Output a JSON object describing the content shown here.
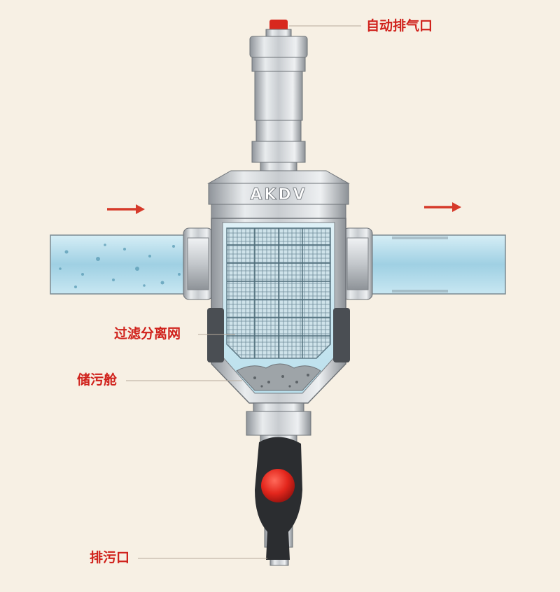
{
  "brand": "AKDV",
  "labels": {
    "auto_vent": "自动排气口",
    "filter_mesh": "过滤分离网",
    "sludge_chamber": "储污舱",
    "drain_outlet": "排污口"
  },
  "colors": {
    "background": "#f7f0e4",
    "label": "#d0221c",
    "arrow": "#d63a2a",
    "water": "#a9d6e6",
    "metal": "#c4c8cc",
    "valve_handle": "#2b2d30",
    "valve_knob": "#e3261c",
    "vent_cap": "#d8281e"
  },
  "icons": [
    "flow-arrow-in-icon",
    "flow-arrow-out-icon"
  ]
}
